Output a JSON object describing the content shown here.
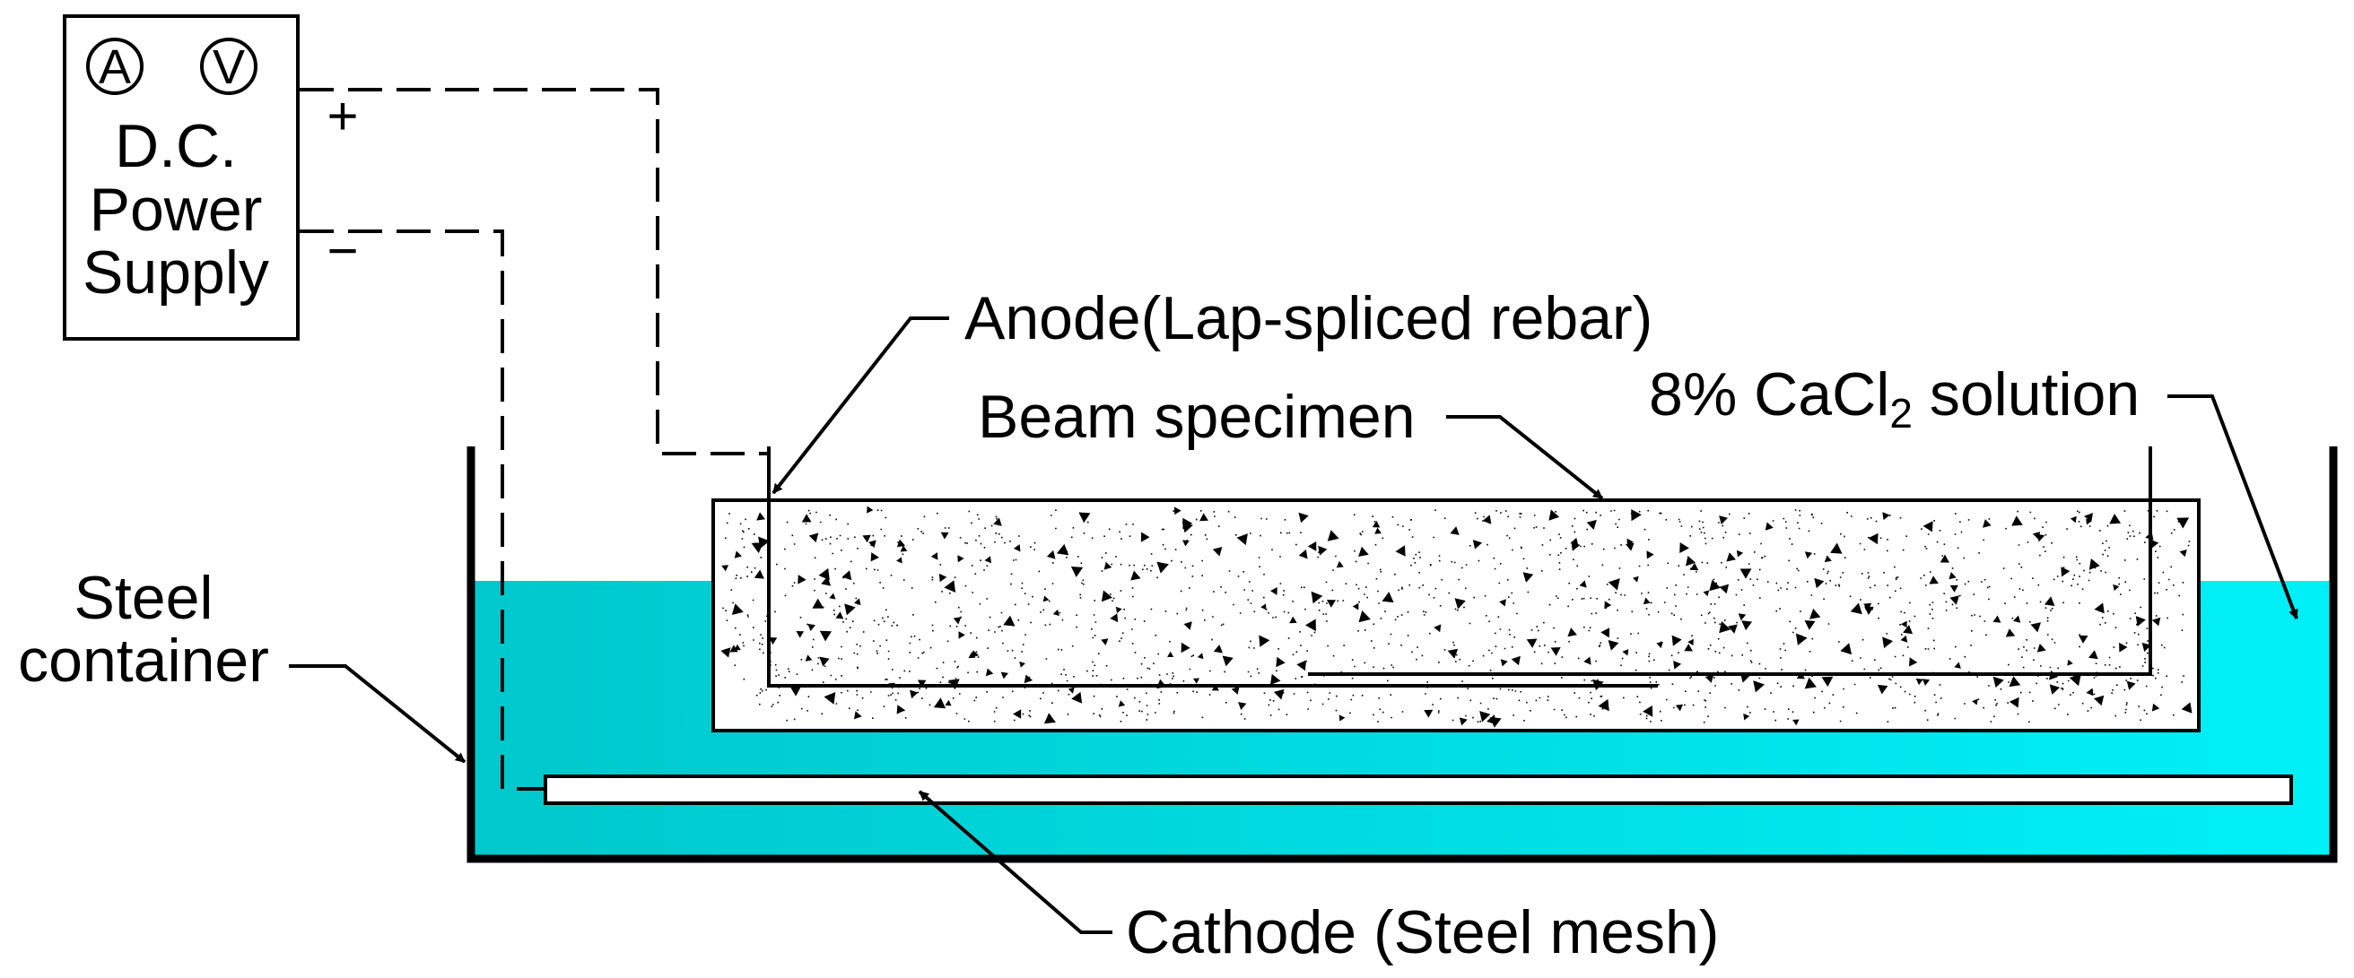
{
  "power_supply": {
    "ammeter_symbol": "A",
    "voltmeter_symbol": "V",
    "label_line1": "D.C.",
    "label_line2": "Power",
    "label_line3": "Supply",
    "positive_sign": "+",
    "negative_sign": "−"
  },
  "labels": {
    "anode": "Anode(Lap-spliced rebar)",
    "beam": "Beam specimen",
    "solution_prefix": "8% CaCl",
    "solution_subscript": "2",
    "solution_suffix": " solution",
    "container_line1": "Steel",
    "container_line2": "container",
    "cathode": "Cathode (Steel mesh)"
  },
  "colors": {
    "solution_dark": "#00c8cc",
    "solution_light": "#00f0f8",
    "line": "#000000",
    "concrete": "#ffffff",
    "aggregate": "#000000"
  }
}
